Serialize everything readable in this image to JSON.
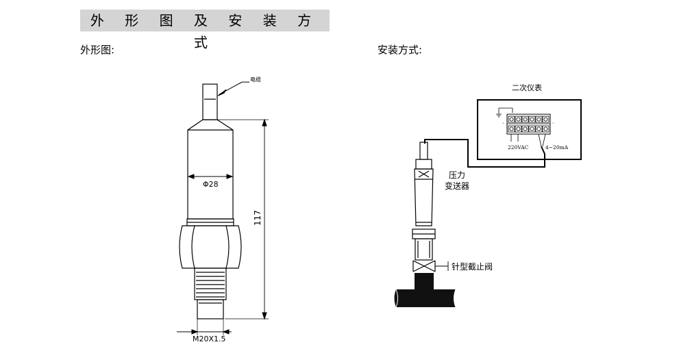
{
  "header": {
    "title": "外 形 图 及 安 装 方 式"
  },
  "sections": {
    "outline_label": "外形图:",
    "install_label": "安装方式:"
  },
  "outline_drawing": {
    "cable_label": "电缆",
    "diameter_label": "Φ28",
    "height_label": "117",
    "thread_label": "M20X1.5"
  },
  "install_drawing": {
    "instrument_label": "二次仪表",
    "power_label": "220VAC",
    "signal_label": "4~20mA",
    "transmitter_label_line1": "压力",
    "transmitter_label_line2": "变送器",
    "valve_label": "针型截止阀"
  }
}
